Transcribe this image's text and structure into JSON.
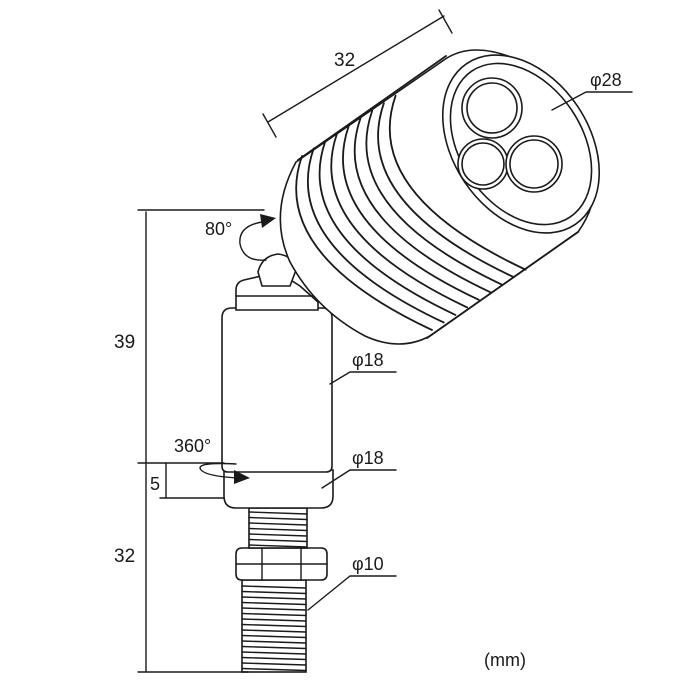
{
  "drawing": {
    "unit_note": "(mm)",
    "dimensions": {
      "head_length": "32",
      "head_diameter": "φ28",
      "tilt_angle": "80°",
      "upper_height": "39",
      "body_diameter": "φ18",
      "rotation": "360°",
      "collar_diameter": "φ18",
      "collar_height": "5",
      "lower_height": "32",
      "thread_diameter": "φ10"
    }
  }
}
